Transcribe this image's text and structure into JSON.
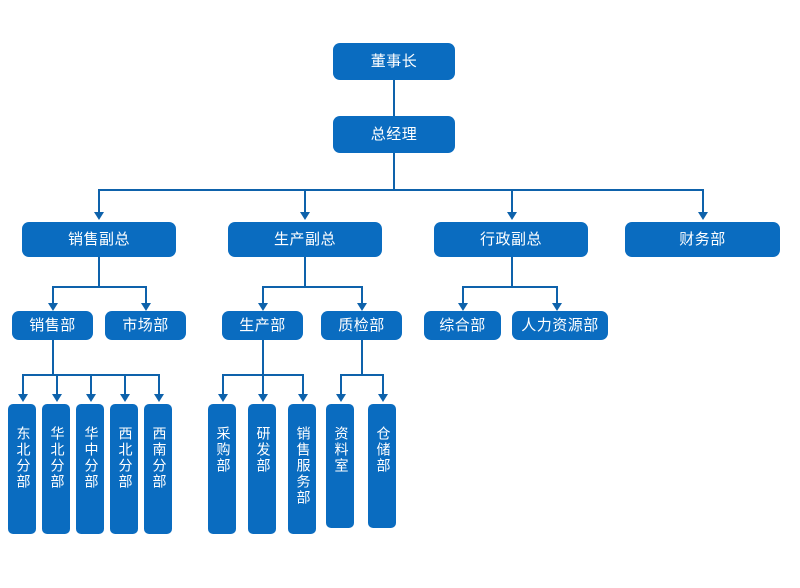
{
  "chart_title": "",
  "theme": {
    "node_fill": "#0a6cc0",
    "node_text": "#ffffff",
    "connector": "#0e62ab",
    "background": "#ffffff"
  },
  "org": {
    "level1": [
      {
        "id": "chairman",
        "label": "董事长"
      }
    ],
    "level2": [
      {
        "id": "general-manager",
        "label": "总经理"
      }
    ],
    "level3": [
      {
        "id": "vp-sales",
        "label": "销售副总"
      },
      {
        "id": "vp-production",
        "label": "生产副总"
      },
      {
        "id": "vp-admin",
        "label": "行政副总"
      },
      {
        "id": "finance-dept",
        "label": "财务部"
      }
    ],
    "level4": [
      {
        "id": "sales-dept",
        "label": "销售部"
      },
      {
        "id": "market-dept",
        "label": "市场部"
      },
      {
        "id": "production-dept",
        "label": "生产部"
      },
      {
        "id": "qc-dept",
        "label": "质检部"
      },
      {
        "id": "general-affairs-dept",
        "label": "综合部"
      },
      {
        "id": "hr-dept",
        "label": "人力资源部"
      }
    ],
    "level5": [
      {
        "id": "branch-northeast",
        "label": "东北分部"
      },
      {
        "id": "branch-north",
        "label": "华北分部"
      },
      {
        "id": "branch-central",
        "label": "华中分部"
      },
      {
        "id": "branch-northwest",
        "label": "西北分部"
      },
      {
        "id": "branch-southwest",
        "label": "西南分部"
      },
      {
        "id": "purchasing-dept",
        "label": "采购部"
      },
      {
        "id": "rd-dept",
        "label": "研发部"
      },
      {
        "id": "sales-service-dept",
        "label": "销售服务部"
      },
      {
        "id": "archives-room",
        "label": "资料室"
      },
      {
        "id": "warehouse-dept",
        "label": "仓储部"
      }
    ]
  }
}
